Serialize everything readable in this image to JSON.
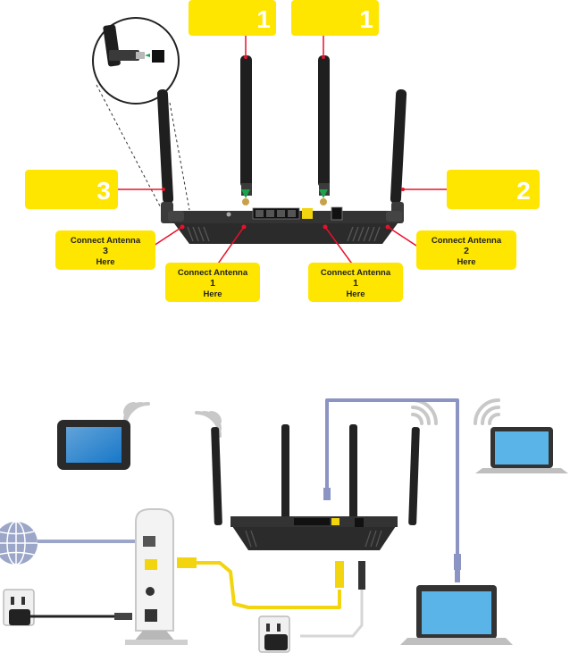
{
  "callouts": {
    "top_left_number": "1",
    "top_right_number": "1",
    "left_number": "3",
    "right_number": "2"
  },
  "connect_labels": {
    "antenna3": {
      "line1": "Connect Antenna",
      "num": "3",
      "line2": "Here"
    },
    "antenna2": {
      "line1": "Connect Antenna",
      "num": "2",
      "line2": "Here"
    },
    "antenna1_left": {
      "line1": "Connect Antenna",
      "num": "1",
      "line2": "Here"
    },
    "antenna1_right": {
      "line1": "Connect Antenna",
      "num": "1",
      "line2": "Here"
    }
  },
  "colors": {
    "callout_yellow": "#ffe600",
    "leader_red": "#e8102a",
    "router_body": "#2b2b2b",
    "ethernet_yellow": "#f2d40f",
    "ethernet_blue": "#8c94c4",
    "globe_blue": "#9ba6c8",
    "screen_blue": "#5bb4e8",
    "tablet_screen": "#1878c8"
  },
  "icons": [
    "internet-globe-icon",
    "wifi-signal-icon",
    "power-outlet-icon",
    "tablet-icon",
    "laptop-icon",
    "modem-icon",
    "router-icon"
  ]
}
